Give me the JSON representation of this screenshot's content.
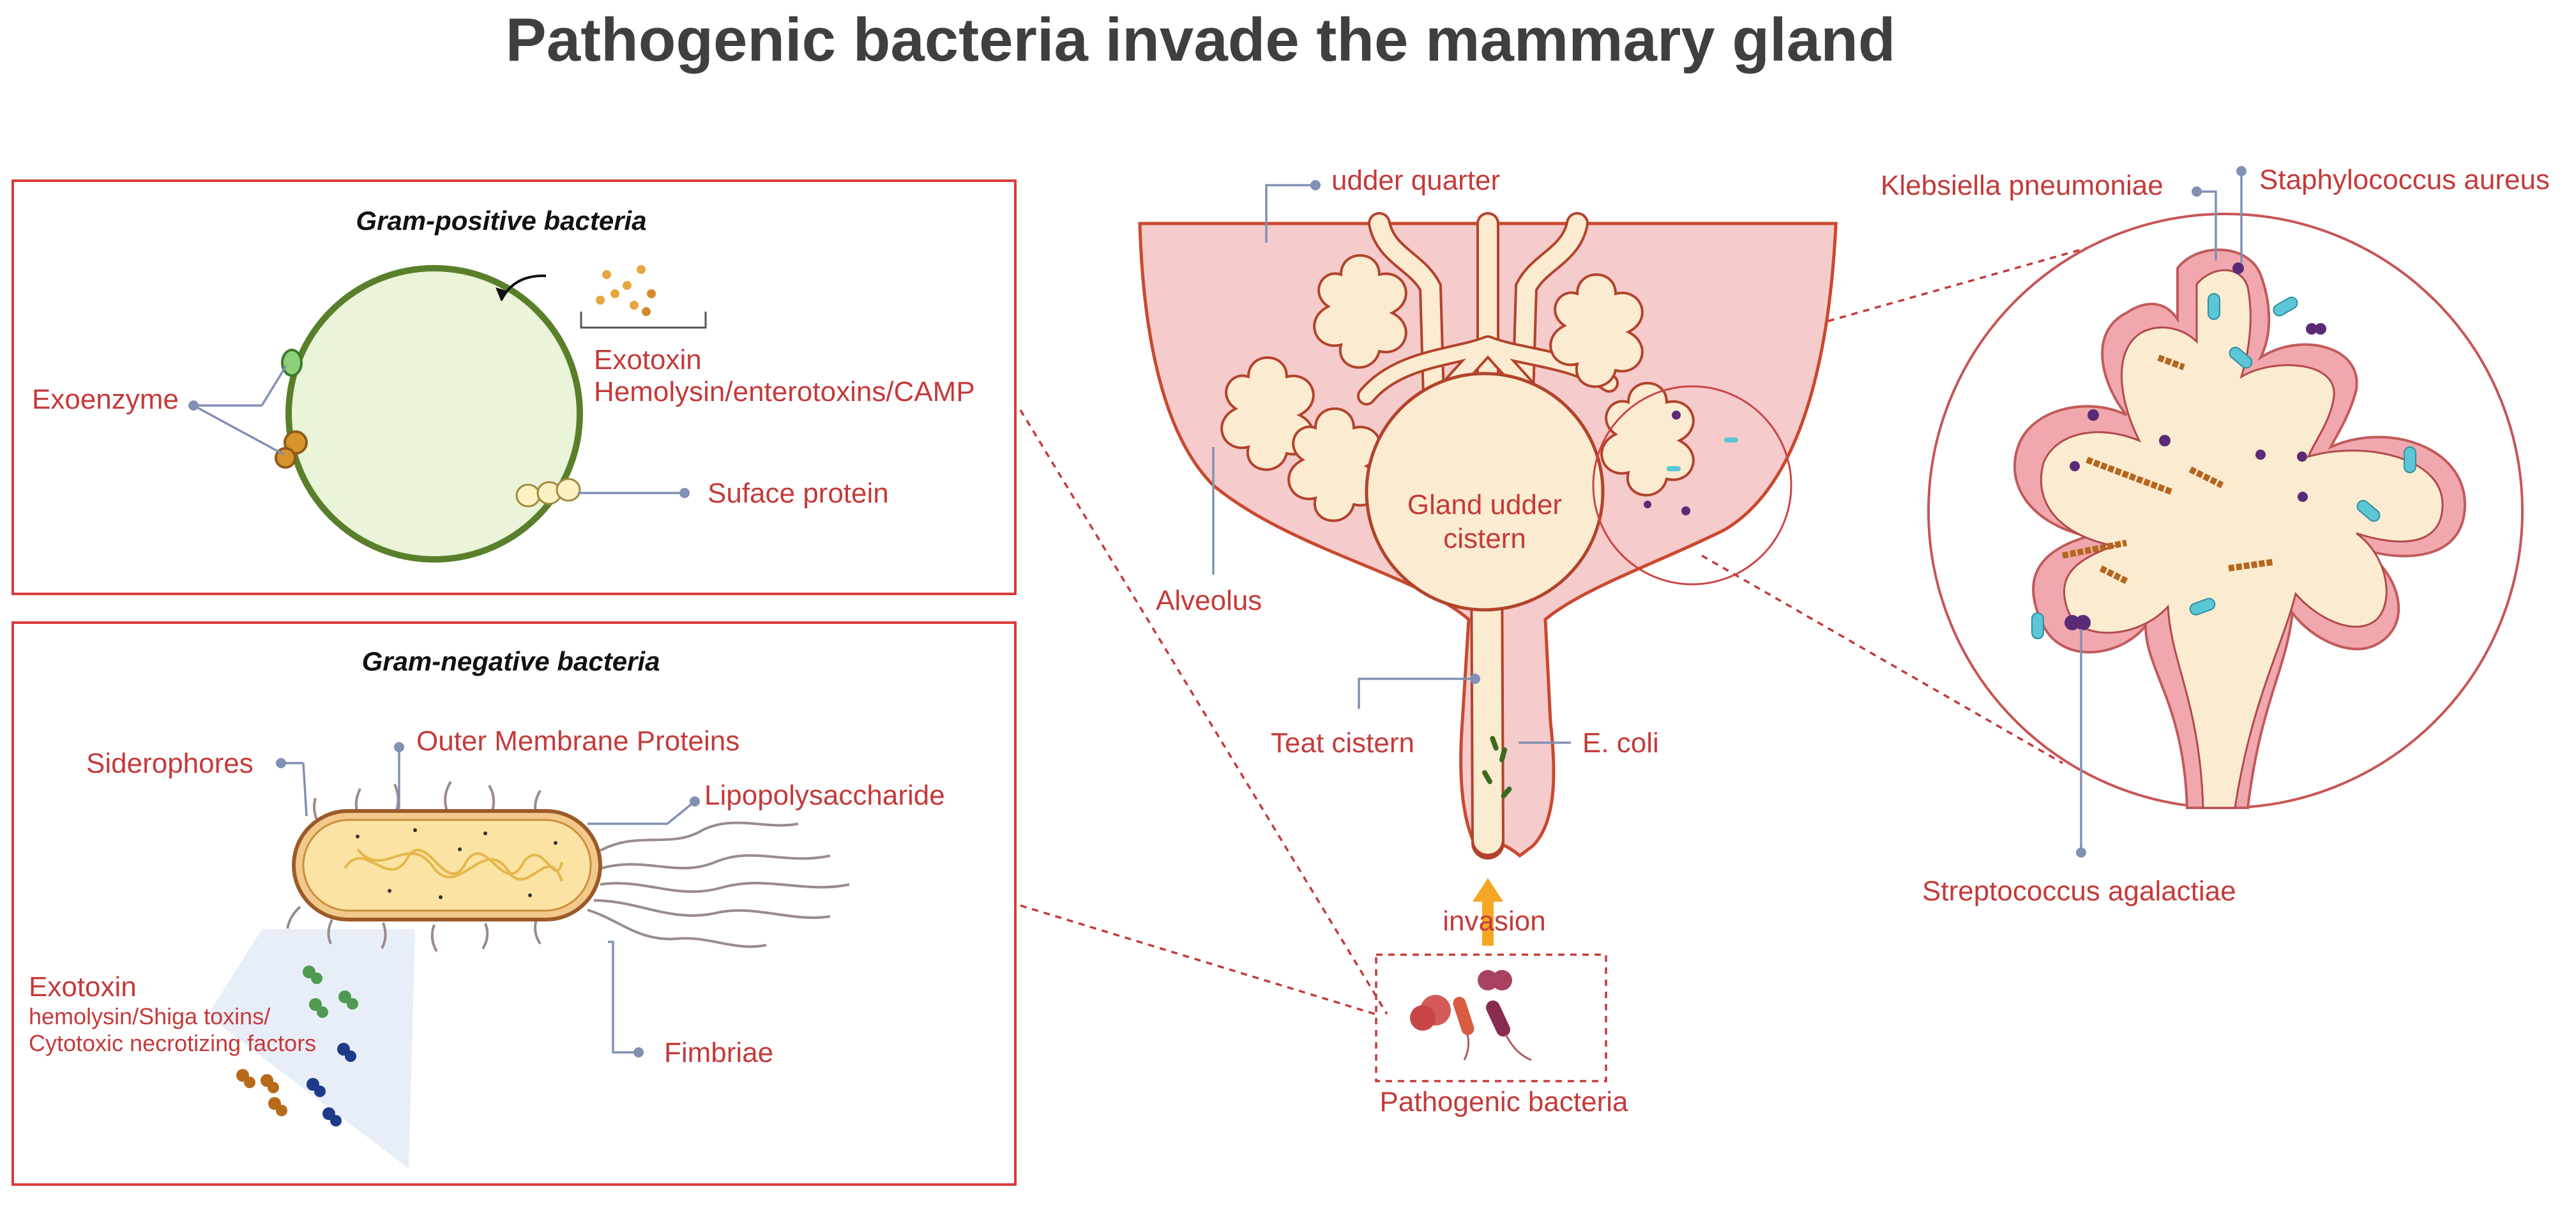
{
  "title": "Pathogenic bacteria invade the mammary gland",
  "gram_positive": {
    "header": "Gram-positive bacteria",
    "labels": {
      "exoenzyme": "Exoenzyme",
      "exotoxin": "Exotoxin",
      "exotoxin_types": "Hemolysin/enterotoxins/CAMP",
      "surface_protein": "Suface protein"
    }
  },
  "gram_negative": {
    "header": "Gram-negative bacteria",
    "labels": {
      "siderophores": "Siderophores",
      "outer_membrane_proteins": "Outer Membrane Proteins",
      "lipopolysaccharide": "Lipopolysaccharide",
      "exotoxin": "Exotoxin",
      "exotoxin_line1": "hemolysin/Shiga toxins/",
      "exotoxin_line2": "Cytotoxic necrotizing factors",
      "fimbriae": "Fimbriae"
    }
  },
  "udder": {
    "labels": {
      "udder_quarter": "udder quarter",
      "gland_cistern_line1": "Gland udder",
      "gland_cistern_line2": "cistern",
      "alveolus": "Alveolus",
      "teat_cistern": "Teat cistern",
      "e_coli": "E. coli",
      "invasion": "invasion",
      "pathogenic_bacteria": "Pathogenic bacteria"
    }
  },
  "zoom": {
    "labels": {
      "klebsiella": "Klebsiella pneumoniae",
      "staphylococcus": "Staphylococcus aureus",
      "streptococcus": "Streptococcus agalactiae"
    }
  },
  "colors": {
    "label_red": "#c43a3a",
    "panel_border": "#d93a3a",
    "leader_line": "#8190b4",
    "udder_pink": "#f5cbcc",
    "lumen_cream": "#fbebd0",
    "gram_positive_wall": "#5a7f2a",
    "gram_positive_fill": "#e9f4d8",
    "invasion_arrow": "#f5a623"
  }
}
